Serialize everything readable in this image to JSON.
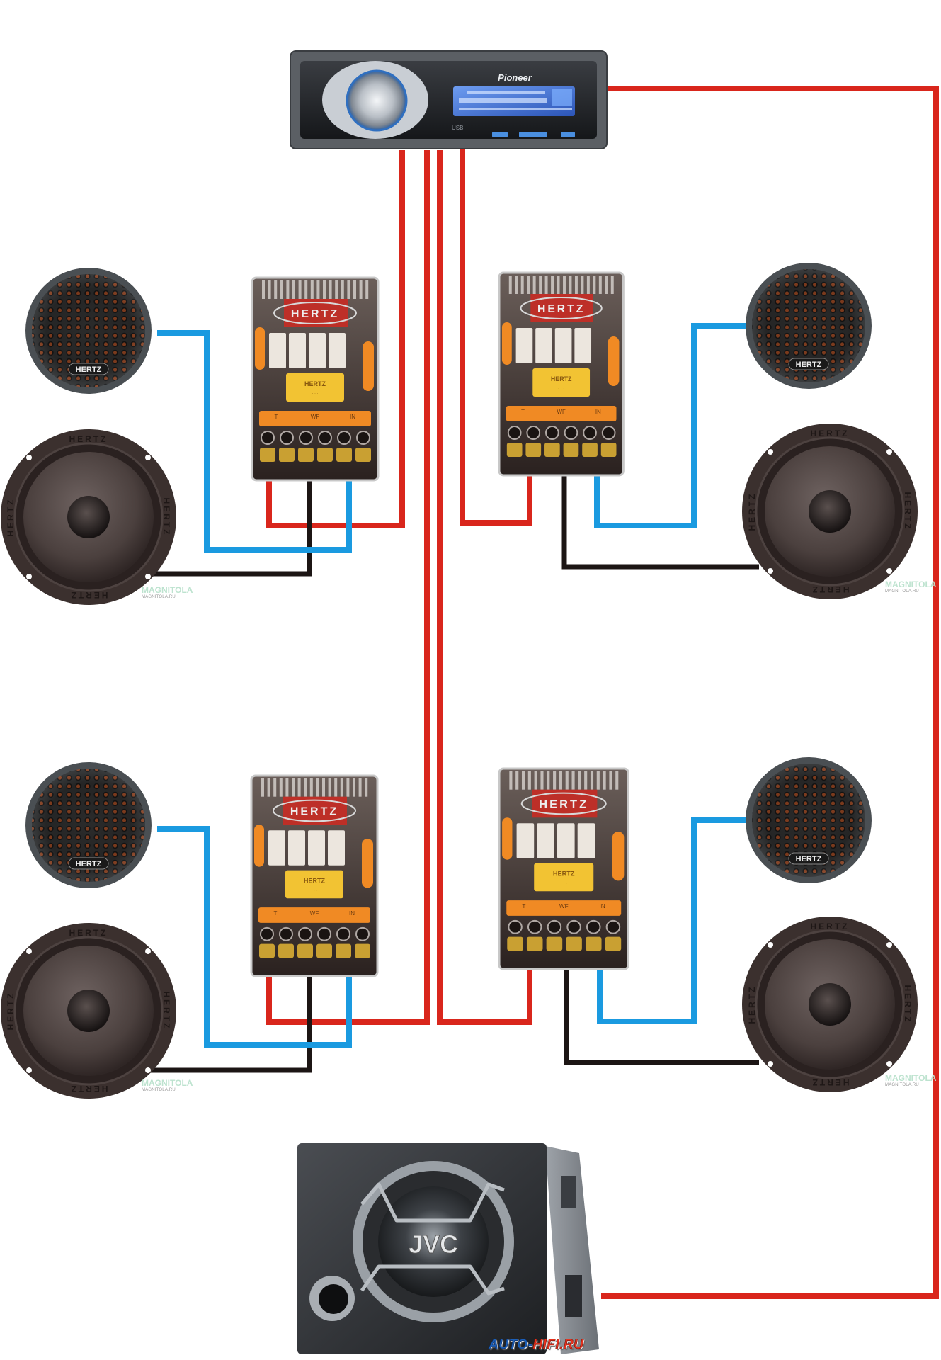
{
  "title": "Car audio wiring diagram: head unit, four component speaker sets with passive crossovers, and subwoofer",
  "colors": {
    "positive_wire": "#d9261c",
    "tweeter_wire": "#1a9ae0",
    "woofer_wire": "#1c1514",
    "background": "#ffffff"
  },
  "head_unit": {
    "brand": "Pioneer",
    "port_label": "USB",
    "icon": "car-stereo-icon"
  },
  "crossovers": [
    {
      "id": "front-left",
      "brand": "HERTZ",
      "cap_label": "HERTZ",
      "terminals": [
        "T",
        "WF",
        "IN"
      ]
    },
    {
      "id": "front-right",
      "brand": "HERTZ",
      "cap_label": "HERTZ",
      "terminals": [
        "T",
        "WF",
        "IN"
      ]
    },
    {
      "id": "rear-left",
      "brand": "HERTZ",
      "cap_label": "HERTZ",
      "terminals": [
        "T",
        "WF",
        "IN"
      ]
    },
    {
      "id": "rear-right",
      "brand": "HERTZ",
      "cap_label": "HERTZ",
      "terminals": [
        "T",
        "WF",
        "IN"
      ]
    }
  ],
  "tweeters": [
    {
      "id": "front-left",
      "brand": "HERTZ"
    },
    {
      "id": "front-right",
      "brand": "HERTZ"
    },
    {
      "id": "rear-left",
      "brand": "HERTZ"
    },
    {
      "id": "rear-right",
      "brand": "HERTZ"
    }
  ],
  "woofers": [
    {
      "id": "front-left",
      "brand": "HERTZ",
      "watermark": "MAGNITOLA.RU"
    },
    {
      "id": "front-right",
      "brand": "HERTZ",
      "watermark": "MAGNITOLA.RU"
    },
    {
      "id": "rear-left",
      "brand": "HERTZ",
      "watermark": "MAGNITOLA.RU"
    },
    {
      "id": "rear-right",
      "brand": "HERTZ",
      "watermark": "MAGNITOLA.RU"
    }
  ],
  "subwoofer": {
    "brand": "JVC"
  },
  "watermarks": {
    "speaker_site": "MAGNITOLA.RU",
    "speaker_site_logo": "MAGNITOLA",
    "footer_logo_part1": "AUTO-",
    "footer_logo_part2": "HIFI.RU"
  }
}
